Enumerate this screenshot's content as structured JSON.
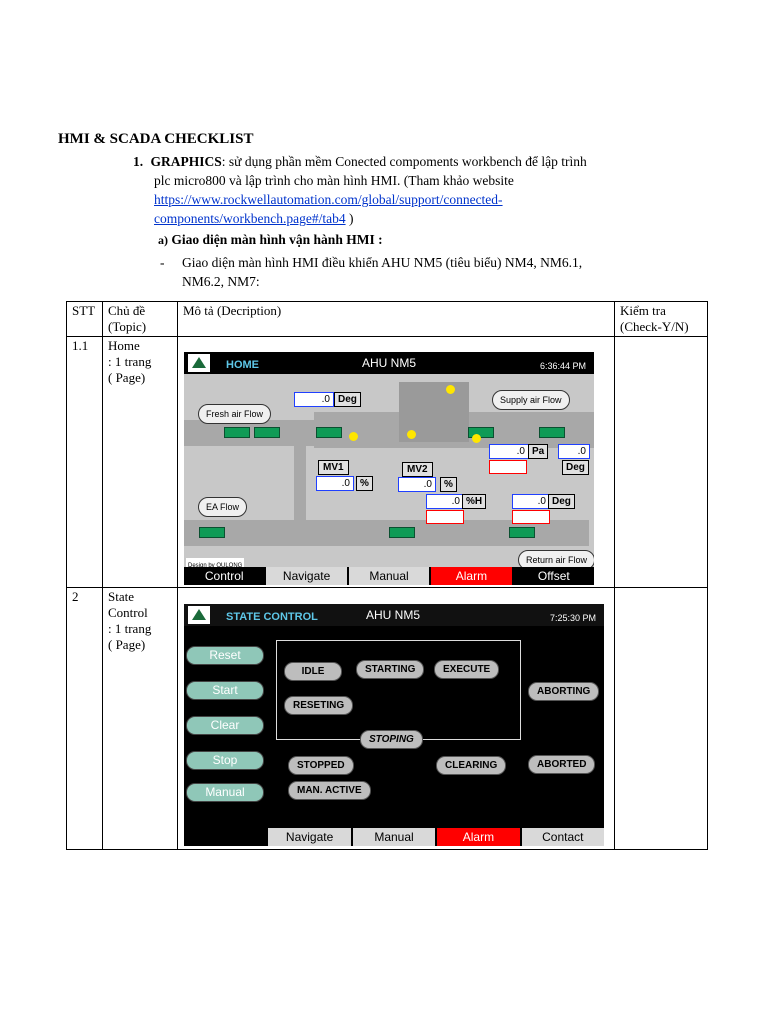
{
  "doc_title": "HMI & SCADA CHECKLIST",
  "section": {
    "number": "1.",
    "heading": "GRAPHICS",
    "text_line1": ": sử dụng phần mềm Conected compoments workbench để lập trình",
    "text_line2": "plc micro800 và lập trình cho màn hình HMI. (Tham khảo website",
    "link_line1": "https://www.rockwellautomation.com/global/support/connected-",
    "link_line2": "components/workbench.page#/tab4",
    "link_tail": " )",
    "sub_marker": "a)",
    "sub_heading": "Giao diện màn hình vận hành HMI :",
    "bullet": "-",
    "bullet_line1": "Giao diện màn hình HMI điều khiển AHU NM5 (tiêu biểu) NM4, NM6.1,",
    "bullet_line2": "NM6.2, NM7:"
  },
  "table": {
    "headers": {
      "stt": "STT",
      "topic_line1": "Chủ đề",
      "topic_line2": "(Topic)",
      "desc": "Mô tả (Decription)",
      "check_line1": "Kiểm tra",
      "check_line2": "(Check-Y/N)"
    },
    "rows": [
      {
        "stt": "1.1",
        "topic_line1": "Home",
        "topic_line2": ": 1 trang",
        "topic_line3": "( Page)"
      },
      {
        "stt": "2",
        "topic_line1": "State",
        "topic_line2": "Control",
        "topic_line3": ": 1 trang",
        "topic_line4": "( Page)"
      }
    ]
  },
  "hmi_home": {
    "screen_name": "HOME",
    "unit_name": "AHU NM5",
    "time": "6:36:44 PM",
    "labels": {
      "fresh_air": "Fresh air Flow",
      "supply_air": "Supply air Flow",
      "ea_flow": "EA Flow",
      "return_air": "Return air Flow",
      "mv1": "MV1",
      "mv2": "MV2",
      "credit": "Design by QULONG"
    },
    "readouts": {
      "temp_top": ".0",
      "temp_top_unit": "Deg",
      "mv1": ".0",
      "mv1_unit": "%",
      "mv2": ".0",
      "mv2_unit": "%",
      "humid": ".0",
      "humid_unit": "%H",
      "supply_pa": ".0",
      "supply_pa_unit": "Pa",
      "supply_deg": ".0",
      "supply_deg_unit": "Deg",
      "return_deg": ".0",
      "return_deg_unit": "Deg"
    },
    "nav": [
      "Control",
      "Navigate",
      "Manual",
      "Alarm",
      "Offset"
    ]
  },
  "hmi_state": {
    "screen_name": "STATE CONTROL",
    "unit_name": "AHU NM5",
    "time": "7:25:30 PM",
    "left_buttons": [
      "Reset",
      "Start",
      "Clear",
      "Stop",
      "Manual"
    ],
    "states": {
      "idle": "IDLE",
      "starting": "STARTING",
      "execute": "EXECUTE",
      "aborting": "ABORTING",
      "reseting": "RESETING",
      "stoping": "STOPING",
      "stopped": "STOPPED",
      "clearing": "CLEARING",
      "aborted": "ABORTED",
      "man_active": "MAN. ACTIVE"
    },
    "nav": [
      "",
      "Navigate",
      "Manual",
      "Alarm",
      "Contact"
    ]
  },
  "colors": {
    "hmi_title": "#5ec7e8",
    "alarm": "#ff0000",
    "arrow_green": "#0f9b56",
    "state_button": "#8fc7b8"
  }
}
